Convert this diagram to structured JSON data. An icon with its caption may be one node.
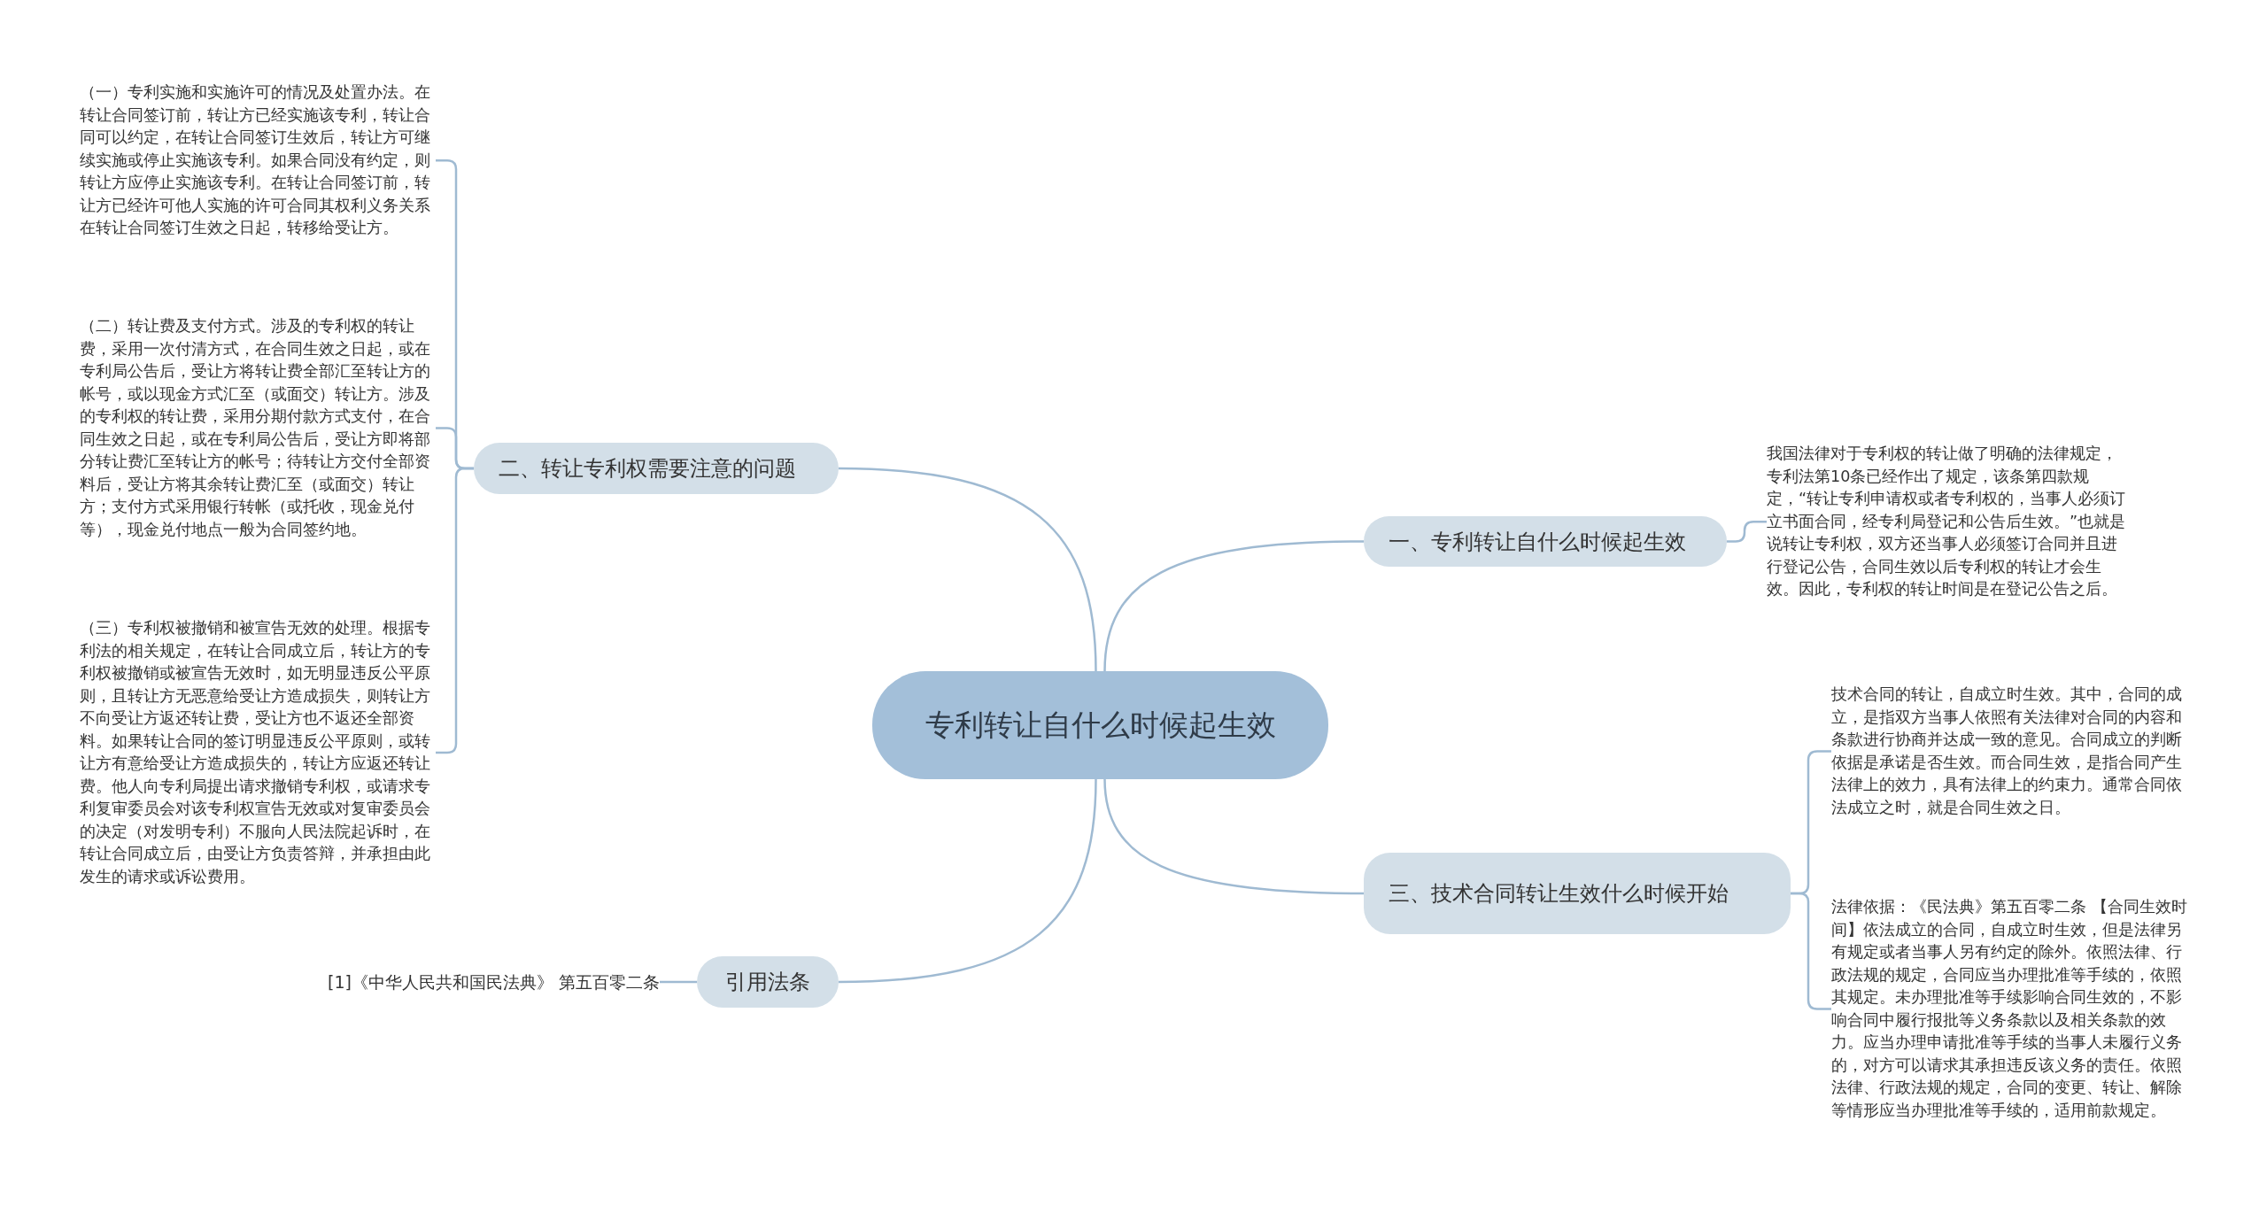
{
  "diagram": {
    "nodes": [
      {
        "text": [
          "专利转让自什么时候起生效"
        ]
      },
      {
        "text": [
          "一、专利转让自什么时候起生效"
        ]
      },
      {
        "text": [
          "我国法律对于专利权的转让做了明确的法律规定，专利法第10条已经作出了规定，该条第四款规定，“转让专利申请权或者专利权的，当事人必须订立书面合同，经专利局登记和公告后生效。”也就是说转让专利权，双方还当事人必须签订合同并且进行登记公告，合同生效以后专利权的转让才会生效。因此，专利权的转让时间是在登记公告之后。"
        ]
      },
      {
        "text": [
          "三、技术合同转让生效什么时候开始"
        ]
      },
      {
        "text": [
          "技术合同的转让，自成立时生效。其中，合同的成立，是指双方当事人依照有关法律对合同的内容和条款进行协商并达成一致的意见。合同成立的判断依据是承诺是否生效。而合同生效，是指合同产生法律上的效力，具有法律上的约束力。通常合同依法成立之时，就是合同生效之日。"
        ]
      },
      {
        "text": [
          "法律依据：《民法典》第五百零二条 【合同生效时间】依法成立的合同，自成立时生效，但是法律另有规定或者当事人另有约定的除外。依照法律、行政法规的规定，合同应当办理批准等手续的，依照其规定。未办理批准等手续影响合同生效的，不影响合同中履行报批等义务条款以及相关条款的效力。应当办理申请批准等手续的当事人未履行义务的，对方可以请求其承担违反该义务的责任。依照法律、行政法规的规定，合同的变更、转让、解除等情形应当办理批准等手续的，适用前款规定。"
        ]
      },
      {
        "text": [
          "二、转让专利权需要注意的问题"
        ]
      },
      {
        "text": [
          "（一）专利实施和实施许可的情况及处置办法。在转让合同签订前，转让方已经实施该专利，转让合同可以约定，在转让合同签订生效后，转让方可继续实施或停止实施该专利。如果合同没有约定，则转让方应停止实施该专利。在转让合同签订前，转让方已经许可他人实施的许可合同其权利义务关系在转让合同签订生效之日起，转移给受让方。"
        ]
      },
      {
        "text": [
          "（二）转让费及支付方式。涉及的专利权的转让费，采用一次付清方式，在合同生效之日起，或在专利局公告后，受让方将转让费全部汇至转让方的帐号，或以现金方式汇至（或面交）转让方。涉及的专利权的转让费，采用分期付款方式支付，在合同生效之日起，或在专利局公告后，受让方即将部分转让费汇至转让方的帐号；待转让方交付全部资料后，受让方将其余转让费汇至（或面交）转让方；支付方式采用银行转帐（或托收，现金兑付等），现金兑付地点一般为合同签约地。"
        ]
      },
      {
        "text": [
          "（三）专利权被撤销和被宣告无效的处理。根据专利法的相关规定，在转让合同成立后，转让方的专利权被撤销或被宣告无效时，如无明显违反公平原则，且转让方无恶意给受让方造成损失，则转让方不向受让方返还转让费，受让方也不返还全部资料。如果转让合同的签订明显违反公平原则，或转让方有意给受让方造成损失的，转让方应返还转让费。他人向专利局提出请求撤销专利权，或请求专利复审委员会对该专利权宣告无效或对复审委员会的决定（对发明专利）不服向人民法院起诉时，在转让合同成立后，由受让方负责答辩，并承担由此发生的请求或诉讼费用。"
        ]
      },
      {
        "text": [
          "引用法条"
        ]
      },
      {
        "text": [
          "[1]《中华人民共和国民法典》 第五百零二条"
        ]
      }
    ],
    "edges": [
      {
        "from": 0,
        "to": 1,
        "arrow": "none"
      },
      {
        "from": 1,
        "to": 2,
        "arrow": "none"
      },
      {
        "from": 0,
        "to": 3,
        "arrow": "none"
      },
      {
        "from": 3,
        "to": 4,
        "arrow": "none"
      },
      {
        "from": 3,
        "to": 5,
        "arrow": "none"
      },
      {
        "from": 0,
        "to": 6,
        "arrow": "none"
      },
      {
        "from": 6,
        "to": 7,
        "arrow": "none"
      },
      {
        "from": 6,
        "to": 8,
        "arrow": "none"
      },
      {
        "from": 6,
        "to": 9,
        "arrow": "none"
      },
      {
        "from": 0,
        "to": 10,
        "arrow": "none"
      },
      {
        "from": 10,
        "to": 11,
        "arrow": "none"
      }
    ]
  }
}
